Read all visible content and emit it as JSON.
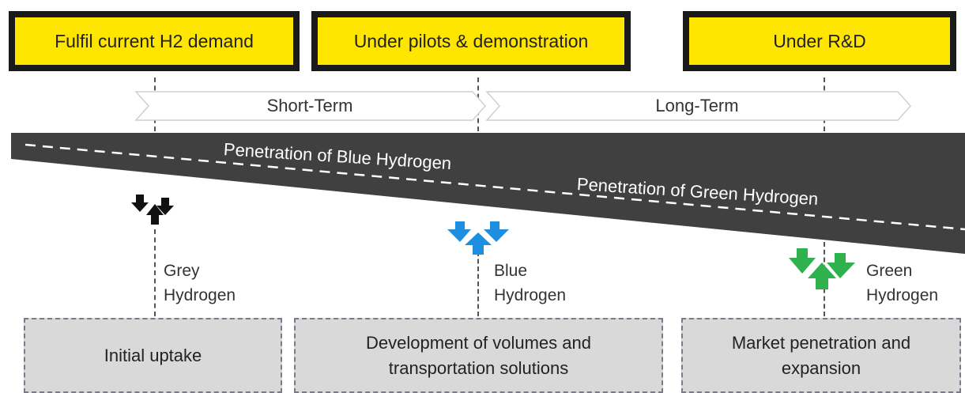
{
  "stages": {
    "current": "Fulfil current H2 demand",
    "pilots": "Under pilots & demonstration",
    "rnd": "Under R&D"
  },
  "terms": {
    "short": "Short-Term",
    "long": "Long-Term"
  },
  "penetration": {
    "blue": "Penetration of Blue Hydrogen",
    "green": "Penetration of Green Hydrogen"
  },
  "hydrogen_types": {
    "grey": {
      "label": "Grey\nHydrogen",
      "color": "#111111"
    },
    "blue": {
      "label": "Blue\nHydrogen",
      "color": "#1e8fe0"
    },
    "green": {
      "label": "Green\nHydrogen",
      "color": "#2fb24d"
    }
  },
  "phases": {
    "initial": "Initial uptake",
    "development": "Development of  volumes and\ntransportation solutions",
    "market": "Market penetration and\nexpansion"
  },
  "colors": {
    "stage_fill": "#ffe600",
    "stage_border": "#1a1a1a",
    "wedge": "#404040",
    "phase_fill": "#d9d9d9"
  }
}
